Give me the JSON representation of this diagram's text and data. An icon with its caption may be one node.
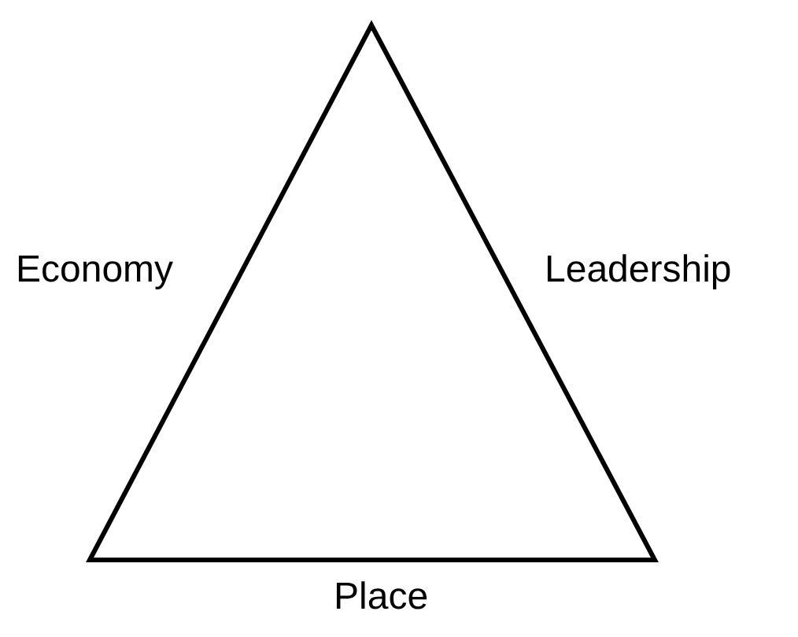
{
  "diagram": {
    "labels": [
      "Economy",
      "Leadership",
      "Place"
    ]
  }
}
